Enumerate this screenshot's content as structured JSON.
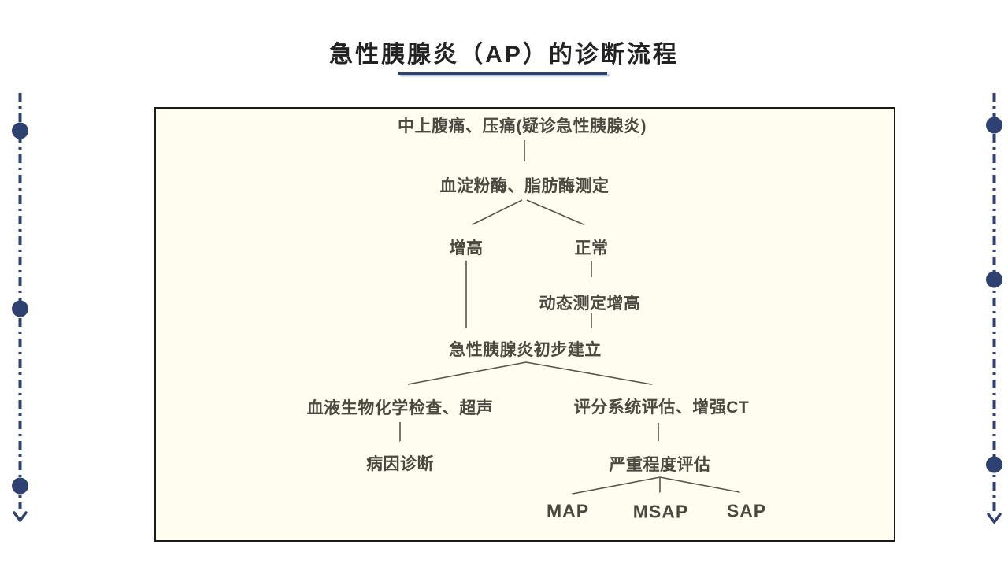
{
  "slide": {
    "title": "急性胰腺炎（AP）的诊断流程"
  },
  "colors": {
    "accent_navy": "#2E4170",
    "panel_background": "#FFFDEF",
    "panel_border": "#1A1A1A",
    "node_text": "#4B4840",
    "arrow": "#57544B",
    "title_text": "#222222"
  },
  "flowchart": {
    "nodes": [
      {
        "id": "symptom",
        "label": "中上腹痛、压痛(疑诊急性胰腺炎)"
      },
      {
        "id": "enzyme",
        "label": "血淀粉酶、脂肪酶测定"
      },
      {
        "id": "elevated",
        "label": "增高"
      },
      {
        "id": "normal",
        "label": "正常"
      },
      {
        "id": "dynamic",
        "label": "动态测定增高"
      },
      {
        "id": "initial",
        "label": "急性胰腺炎初步建立"
      },
      {
        "id": "biochem",
        "label": "血液生物化学检查、超声"
      },
      {
        "id": "scoring",
        "label": "评分系统评估、增强CT"
      },
      {
        "id": "etiology",
        "label": "病因诊断"
      },
      {
        "id": "severity",
        "label": "严重程度评估"
      },
      {
        "id": "map",
        "label": "MAP"
      },
      {
        "id": "msap",
        "label": "MSAP"
      },
      {
        "id": "sap",
        "label": "SAP"
      }
    ],
    "edges": [
      {
        "from": "symptom",
        "to": "enzyme"
      },
      {
        "from": "enzyme",
        "to": "elevated"
      },
      {
        "from": "enzyme",
        "to": "normal"
      },
      {
        "from": "elevated",
        "to": "initial"
      },
      {
        "from": "normal",
        "to": "dynamic"
      },
      {
        "from": "dynamic",
        "to": "initial"
      },
      {
        "from": "initial",
        "to": "biochem"
      },
      {
        "from": "initial",
        "to": "scoring"
      },
      {
        "from": "biochem",
        "to": "etiology"
      },
      {
        "from": "scoring",
        "to": "severity"
      },
      {
        "from": "severity",
        "to": "map"
      },
      {
        "from": "severity",
        "to": "msap"
      },
      {
        "from": "severity",
        "to": "sap"
      }
    ]
  }
}
